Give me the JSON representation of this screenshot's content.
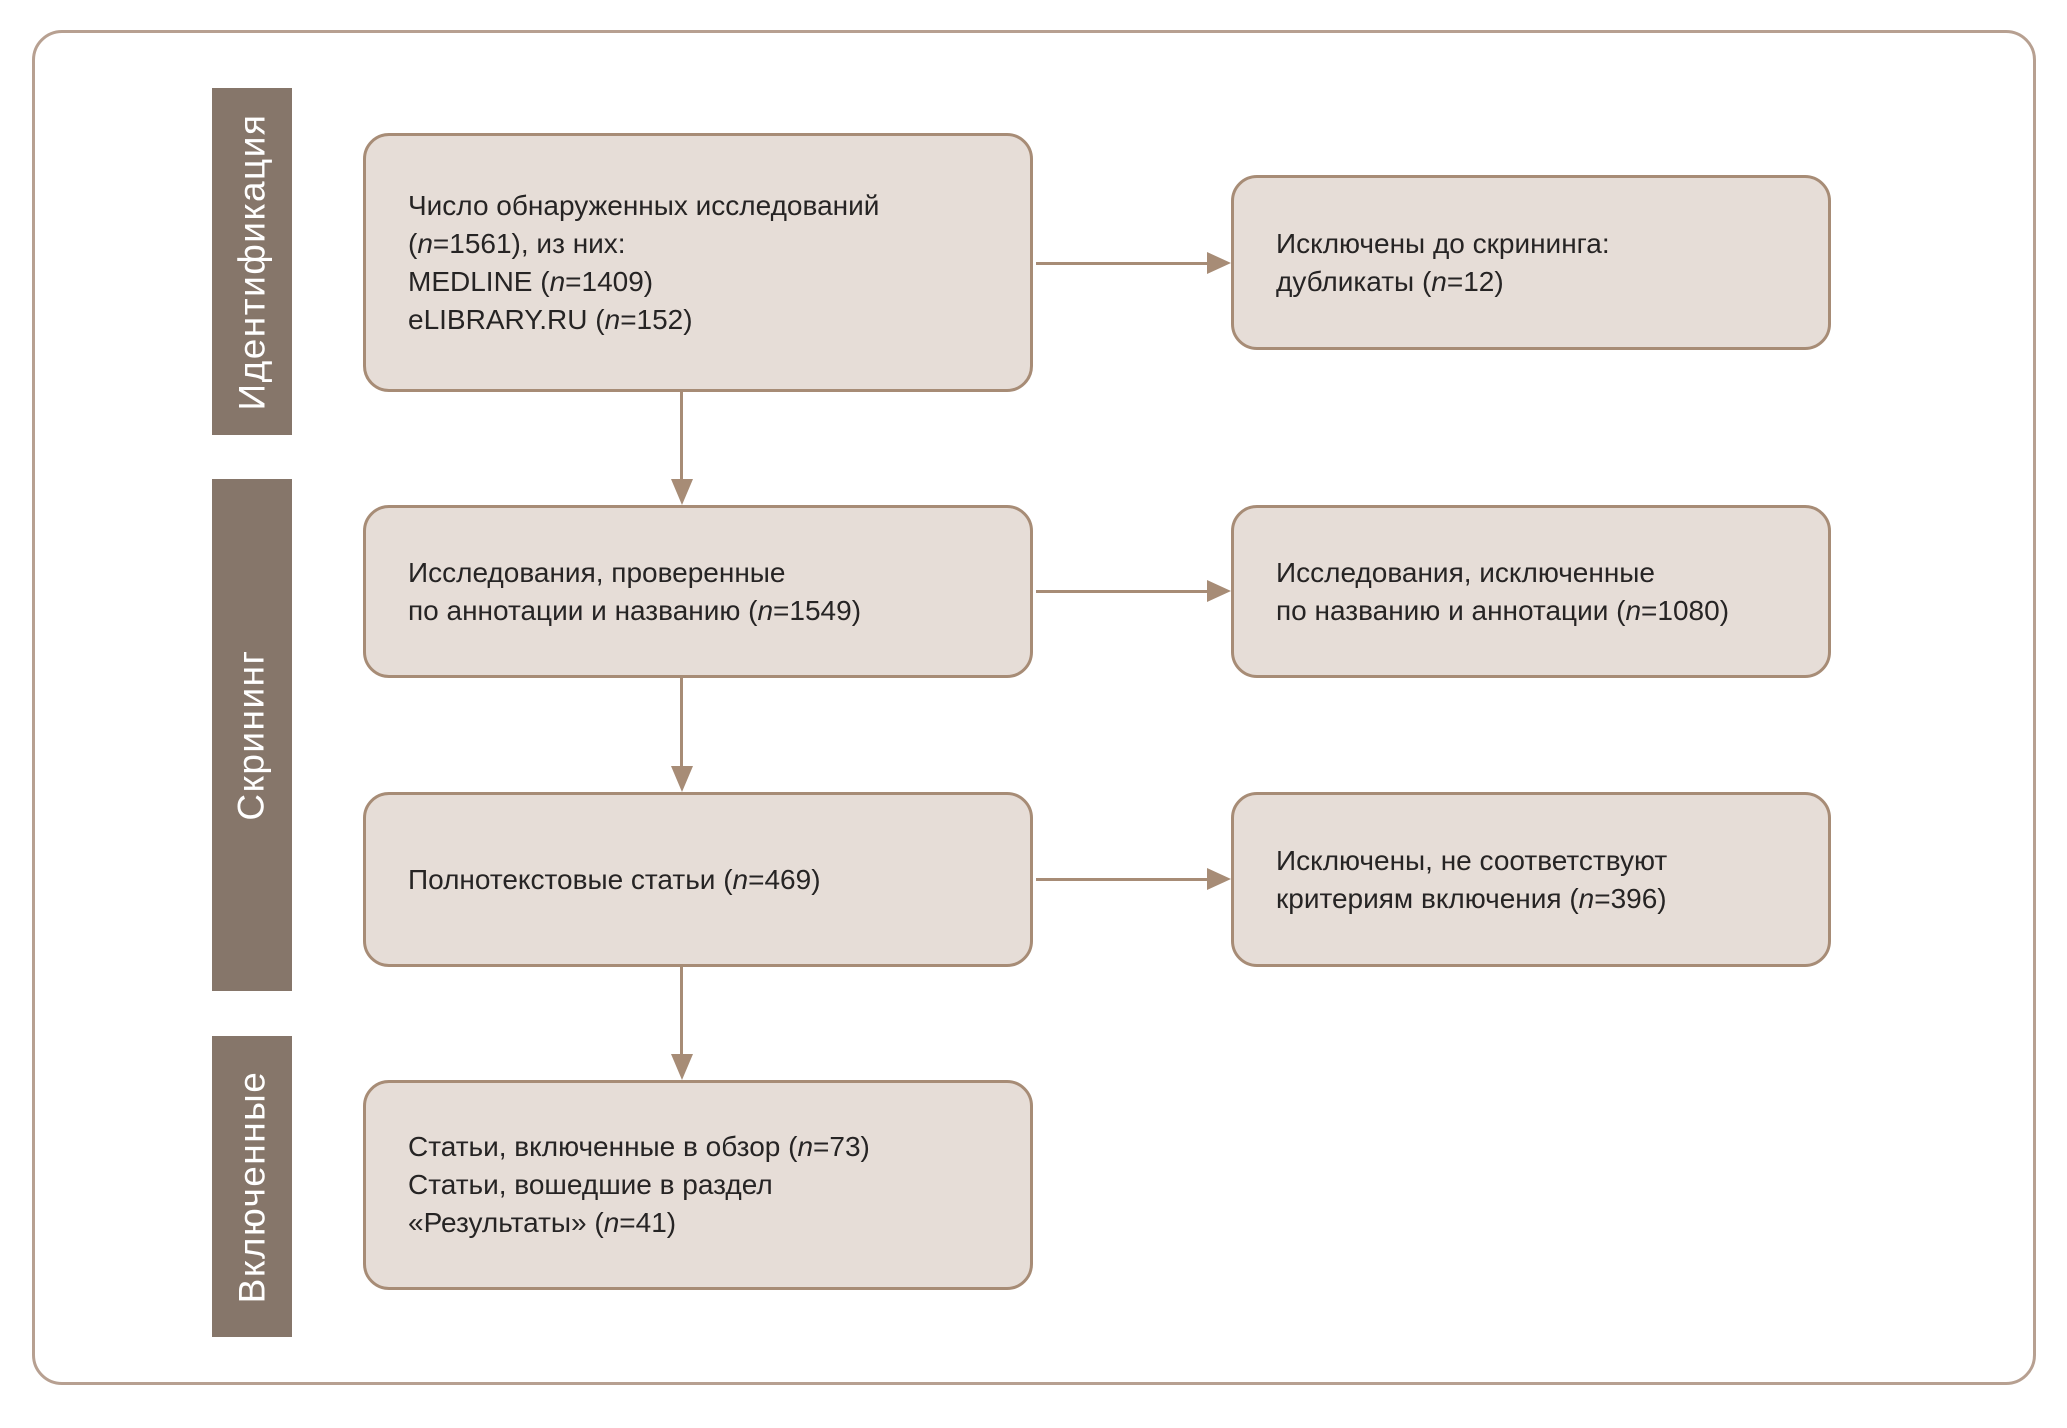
{
  "diagram": {
    "language": "ru",
    "type": "prisma-flow",
    "colors": {
      "stage_bar_fill": "#86766a",
      "stage_bar_text": "#ffffff",
      "box_fill": "#e6ddd7",
      "box_border": "#a78c76",
      "arrow": "#a78c76",
      "frame_border": "#b7a091",
      "text": "#262424"
    },
    "stages": [
      {
        "label": "Идентификация"
      },
      {
        "label": "Скрининг"
      },
      {
        "label": "Включенные"
      }
    ],
    "main_boxes": [
      {
        "id": "found",
        "lines": [
          "Число обнаруженных исследований",
          "(n=1561), из них:",
          "MEDLINE (n=1409)",
          "eLIBRARY.RU (n=152)"
        ]
      },
      {
        "id": "screened",
        "lines": [
          "Исследования, проверенные",
          "по аннотации и названию (n=1549)"
        ]
      },
      {
        "id": "fulltext",
        "lines": [
          "Полнотекстовые статьи (n=469)"
        ]
      },
      {
        "id": "included",
        "lines": [
          "Статьи, включенные в обзор (n=73)",
          "Статьи, вошедшие в раздел",
          "«Результаты» (n=41)"
        ]
      }
    ],
    "excluded_boxes": [
      {
        "id": "excluded-before-screening",
        "lines": [
          "Исключены до скрининга:",
          "дубликаты (n=12)"
        ]
      },
      {
        "id": "excluded-by-title-abstract",
        "lines": [
          "Исследования, исключенные",
          "по названию и аннотации (n=1080)"
        ]
      },
      {
        "id": "excluded-by-criteria",
        "lines": [
          "Исключены, не соответствуют",
          "критериям включения (n=396)"
        ]
      }
    ]
  }
}
